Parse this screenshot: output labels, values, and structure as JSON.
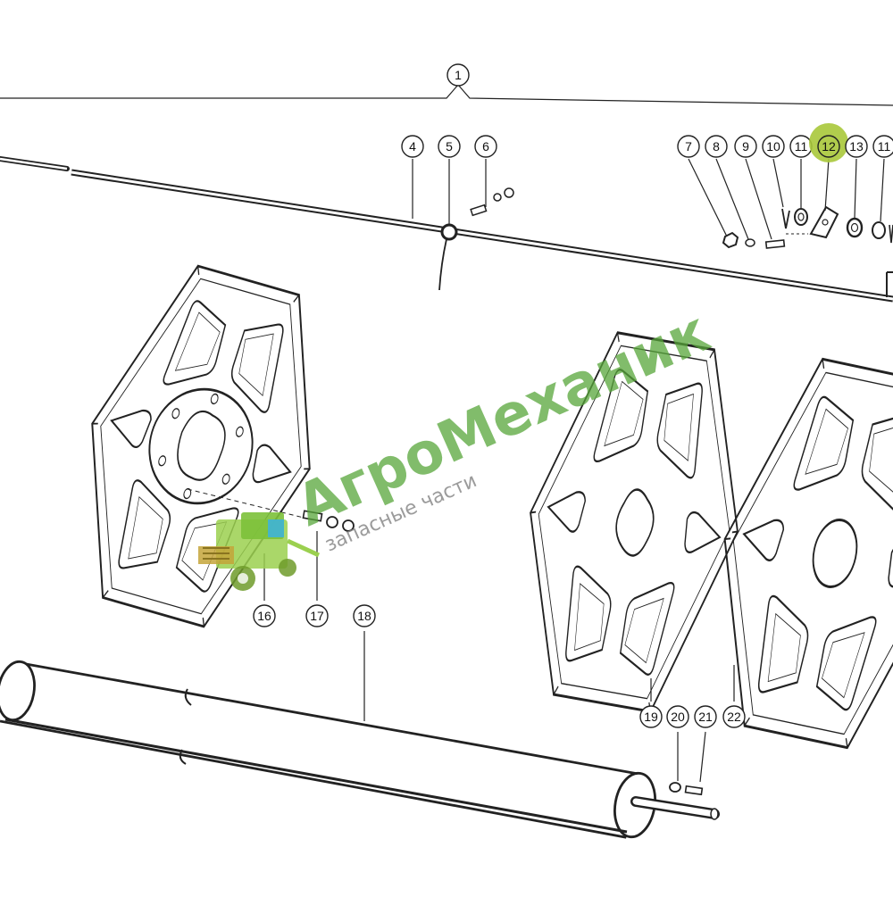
{
  "diagram": {
    "callouts": [
      {
        "id": "callout-1",
        "label": "1",
        "highlight": false
      },
      {
        "id": "callout-4",
        "label": "4",
        "highlight": false
      },
      {
        "id": "callout-5",
        "label": "5",
        "highlight": false
      },
      {
        "id": "callout-6",
        "label": "6",
        "highlight": false
      },
      {
        "id": "callout-7",
        "label": "7",
        "highlight": false
      },
      {
        "id": "callout-8",
        "label": "8",
        "highlight": false
      },
      {
        "id": "callout-9",
        "label": "9",
        "highlight": false
      },
      {
        "id": "callout-10",
        "label": "10",
        "highlight": false
      },
      {
        "id": "callout-11a",
        "label": "11",
        "highlight": false
      },
      {
        "id": "callout-12",
        "label": "12",
        "highlight": true
      },
      {
        "id": "callout-13",
        "label": "13",
        "highlight": false
      },
      {
        "id": "callout-11b",
        "label": "11",
        "highlight": false
      },
      {
        "id": "callout-16",
        "label": "16",
        "highlight": false
      },
      {
        "id": "callout-17",
        "label": "17",
        "highlight": false
      },
      {
        "id": "callout-18",
        "label": "18",
        "highlight": false
      },
      {
        "id": "callout-19",
        "label": "19",
        "highlight": false
      },
      {
        "id": "callout-20",
        "label": "20",
        "highlight": false
      },
      {
        "id": "callout-21",
        "label": "21",
        "highlight": false
      },
      {
        "id": "callout-22",
        "label": "22",
        "highlight": false
      }
    ],
    "highlight_color": "#a8c83a"
  },
  "watermark": {
    "brand": "АгроМеханик",
    "tagline": "запасные части",
    "color": "#57a53a"
  }
}
